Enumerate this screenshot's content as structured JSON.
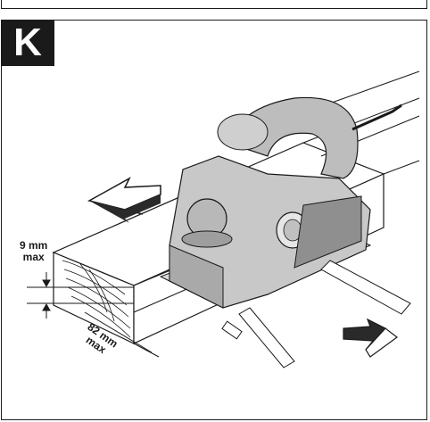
{
  "figure": {
    "label": "K",
    "dimensions": [
      {
        "value": "9 mm",
        "note": "max"
      },
      {
        "value": "82 mm",
        "note": "max"
      }
    ]
  },
  "colors": {
    "ink": "#1a1a1a",
    "tool_body": "#cfcfcf",
    "tool_shadow": "#9e9e9e",
    "wood": "#ffffff"
  }
}
